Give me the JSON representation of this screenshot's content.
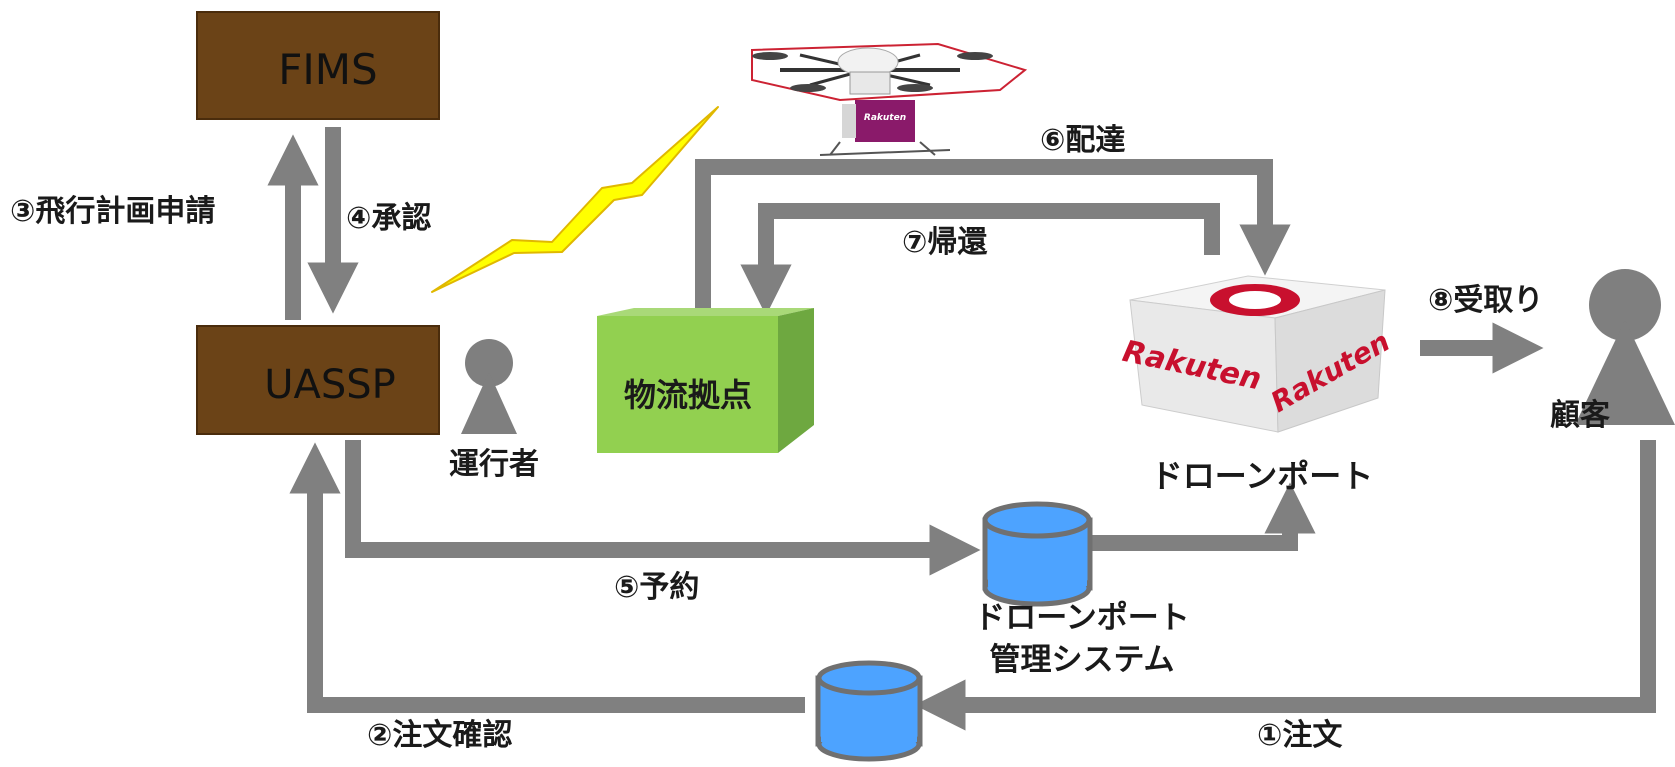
{
  "nodes": {
    "fims": "FIMS",
    "uassp": "UASSP",
    "hub": "物流拠点",
    "operator": "運行者",
    "customer": "顧客",
    "droneport": "ドローンポート",
    "port_mgmt_line1": "ドローンポート",
    "port_mgmt_line2": "管理システム"
  },
  "steps": {
    "s1": "①注文",
    "s2": "②注文確認",
    "s3": "③飛行計画申請",
    "s4": "④承認",
    "s5": "⑤予約",
    "s6": "⑥配達",
    "s7": "⑦帰還",
    "s8": "⑧受取り"
  },
  "brand": {
    "port_logo": "Rakuten",
    "drone_logo": "Rakuten"
  },
  "colors": {
    "box_brown": "#6b4317",
    "box_border": "#4a2c0c",
    "arrow_gray": "#808080",
    "hub_green": "#92d050",
    "db_blue": "#4da3ff",
    "lightning": "#ffff00",
    "rakuten_red": "#c8102e"
  },
  "icons": [
    "person-icon",
    "database-icon",
    "drone-image",
    "lightning-icon",
    "droneport-image"
  ]
}
